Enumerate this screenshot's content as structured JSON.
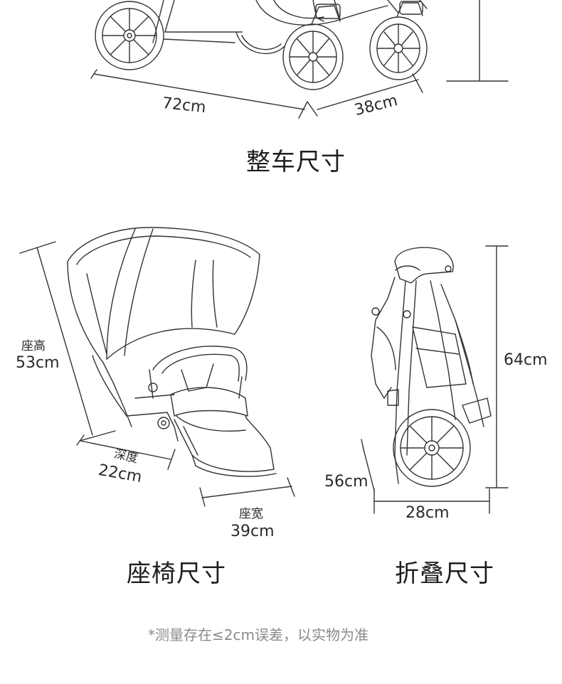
{
  "full_stroller": {
    "dim_length": "72cm",
    "dim_width": "38cm",
    "caption": "整车尺寸"
  },
  "seat": {
    "height_label": "座高",
    "height_value": "53cm",
    "depth_label": "深度",
    "depth_value": "22cm",
    "width_label": "座宽",
    "width_value": "39cm",
    "caption": "座椅尺寸"
  },
  "folded": {
    "height_value": "64cm",
    "depth_value": "56cm",
    "width_value": "28cm",
    "caption": "折叠尺寸"
  },
  "footnote": "*测量存在≤2cm误差，以实物为准"
}
